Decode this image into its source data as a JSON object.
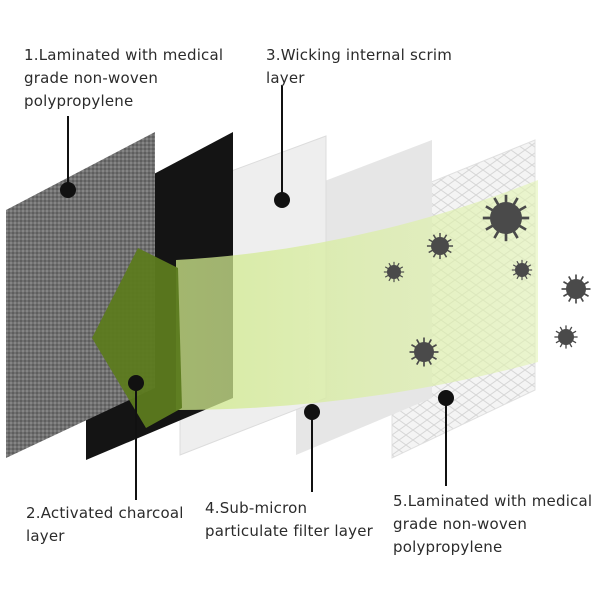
{
  "labels": [
    {
      "id": "label-1",
      "lines": [
        "1.Laminated with medical",
        "grade non-woven",
        "polypropylene"
      ]
    },
    {
      "id": "label-2",
      "lines": [
        "2.Activated charcoal",
        "layer"
      ]
    },
    {
      "id": "label-3",
      "lines": [
        "3.Wicking internal scrim",
        "layer"
      ]
    },
    {
      "id": "label-4",
      "lines": [
        "4.Sub-micron",
        "particulate filter layer"
      ]
    },
    {
      "id": "label-5",
      "lines": [
        "5.Laminated with medical",
        "grade non-woven",
        "polypropylene"
      ]
    }
  ],
  "colors": {
    "outer_layer": "#6e6e6e",
    "charcoal_layer": "#141414",
    "scrim_layer": "#ececec",
    "filter_layer": "#e2e2e2",
    "inner_layer": "#f2f2f2",
    "airflow": "#d8ef9a",
    "charcoal_arrow": "#5c7a1e",
    "virus": "#4a4a4a",
    "marker": "#111111"
  },
  "icons": [
    "airflow-arrow",
    "virus-icon"
  ]
}
